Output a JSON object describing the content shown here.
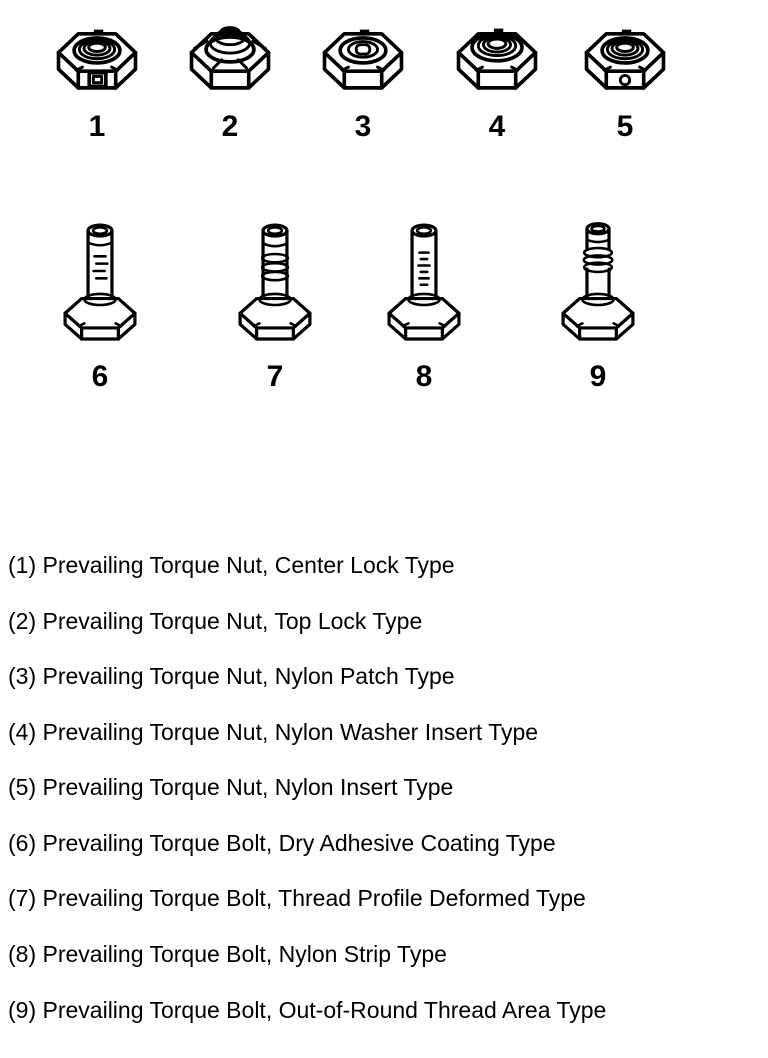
{
  "page": {
    "background": "#ffffff",
    "ink": "#000000"
  },
  "figures": {
    "nuts": [
      {
        "num": "1",
        "name": "prevailing-torque-nut-center-lock"
      },
      {
        "num": "2",
        "name": "prevailing-torque-nut-top-lock"
      },
      {
        "num": "3",
        "name": "prevailing-torque-nut-nylon-patch"
      },
      {
        "num": "4",
        "name": "prevailing-torque-nut-nylon-washer-insert"
      },
      {
        "num": "5",
        "name": "prevailing-torque-nut-nylon-insert"
      }
    ],
    "bolts": [
      {
        "num": "6",
        "name": "prevailing-torque-bolt-dry-adhesive-coating"
      },
      {
        "num": "7",
        "name": "prevailing-torque-bolt-thread-profile-deformed"
      },
      {
        "num": "8",
        "name": "prevailing-torque-bolt-nylon-strip"
      },
      {
        "num": "9",
        "name": "prevailing-torque-bolt-out-of-round-thread-area"
      }
    ]
  },
  "legend": {
    "items": [
      "(1) Prevailing Torque Nut, Center Lock Type",
      "(2) Prevailing Torque Nut, Top Lock Type",
      "(3) Prevailing Torque Nut, Nylon Patch Type",
      "(4) Prevailing Torque Nut, Nylon Washer Insert Type",
      "(5) Prevailing Torque Nut, Nylon Insert Type",
      "(6) Prevailing Torque Bolt, Dry Adhesive Coating Type",
      "(7) Prevailing Torque Bolt, Thread Profile Deformed Type",
      "(8) Prevailing Torque Bolt, Nylon Strip Type",
      "(9) Prevailing Torque Bolt, Out-of-Round Thread Area Type"
    ]
  }
}
